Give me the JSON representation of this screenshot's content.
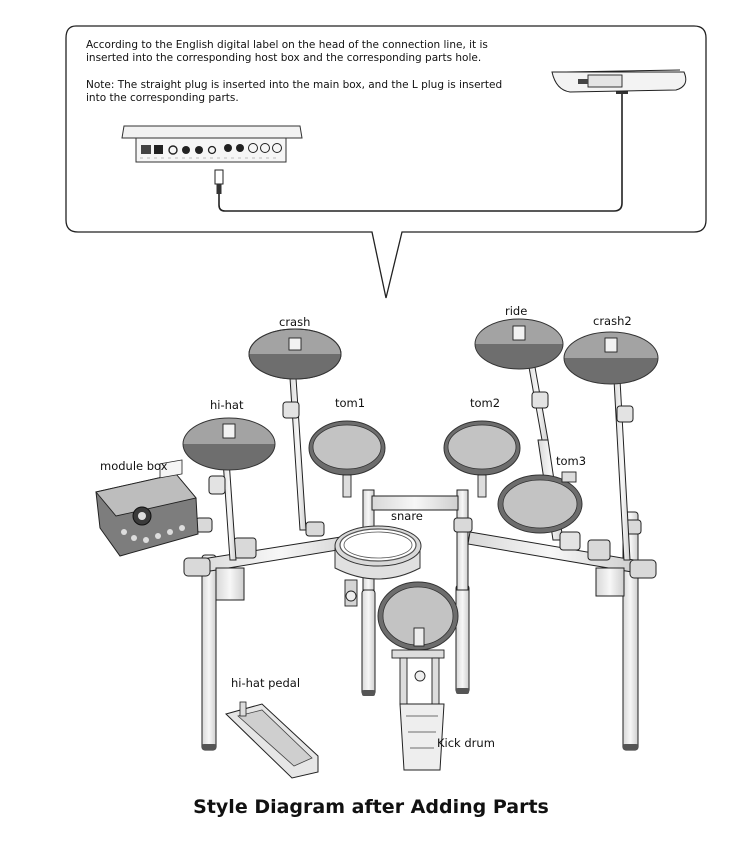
{
  "callout": {
    "paragraph1": "According to the English digital label on the head of the connection line, it is inserted into the corresponding host box and the corresponding parts hole.",
    "paragraph2": "Note: The straight plug is inserted into the main box, and the L plug is inserted into the corresponding parts."
  },
  "labels": {
    "crash": "crash",
    "ride": "ride",
    "crash2": "crash2",
    "hihat": "hi-hat",
    "tom1": "tom1",
    "tom2": "tom2",
    "tom3": "tom3",
    "module_box": "module box",
    "snare": "snare",
    "hihat_pedal": "hi-hat pedal",
    "kick_drum": "Kick drum"
  },
  "caption": "Style Diagram after Adding Parts",
  "colors": {
    "line": "#222222",
    "pad_gray": "#9a9a9a",
    "pad_dark": "#6f6f6f",
    "pad_face": "#bdbdbd",
    "rim": "#555555"
  }
}
